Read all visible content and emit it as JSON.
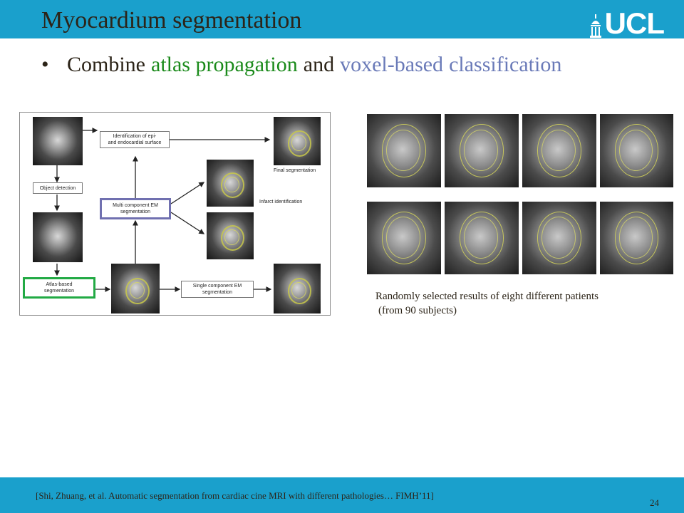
{
  "slide": {
    "title": "Myocardium segmentation",
    "logo_text": "UCL",
    "page_number": "24"
  },
  "bullet": {
    "part1": "Combine",
    "part2": "atlas propagation",
    "part3": "and",
    "part4": "voxel-based",
    "part5": "classification"
  },
  "diagram": {
    "object_detection": "Object detection",
    "atlas_based_line1": "Atlas-based",
    "atlas_based_line2": "segmentation",
    "identification_line1": "Identification of epi-",
    "identification_line2": "and endocardial surface",
    "multi_em_line1": "Multi component EM",
    "multi_em_line2": "segmentation",
    "single_em_line1": "Single component EM",
    "single_em_line2": "segmentation",
    "final_segmentation": "Final segmentation",
    "infarct_identification": "Infarct identification"
  },
  "results": {
    "caption_line1": "Randomly selected results of eight different patients",
    "caption_line2": "(from 90 subjects)"
  },
  "footer": {
    "reference": "[Shi, Zhuang, et al. Automatic segmentation from cardiac cine MRI with different pathologies… FIMH’11]"
  }
}
